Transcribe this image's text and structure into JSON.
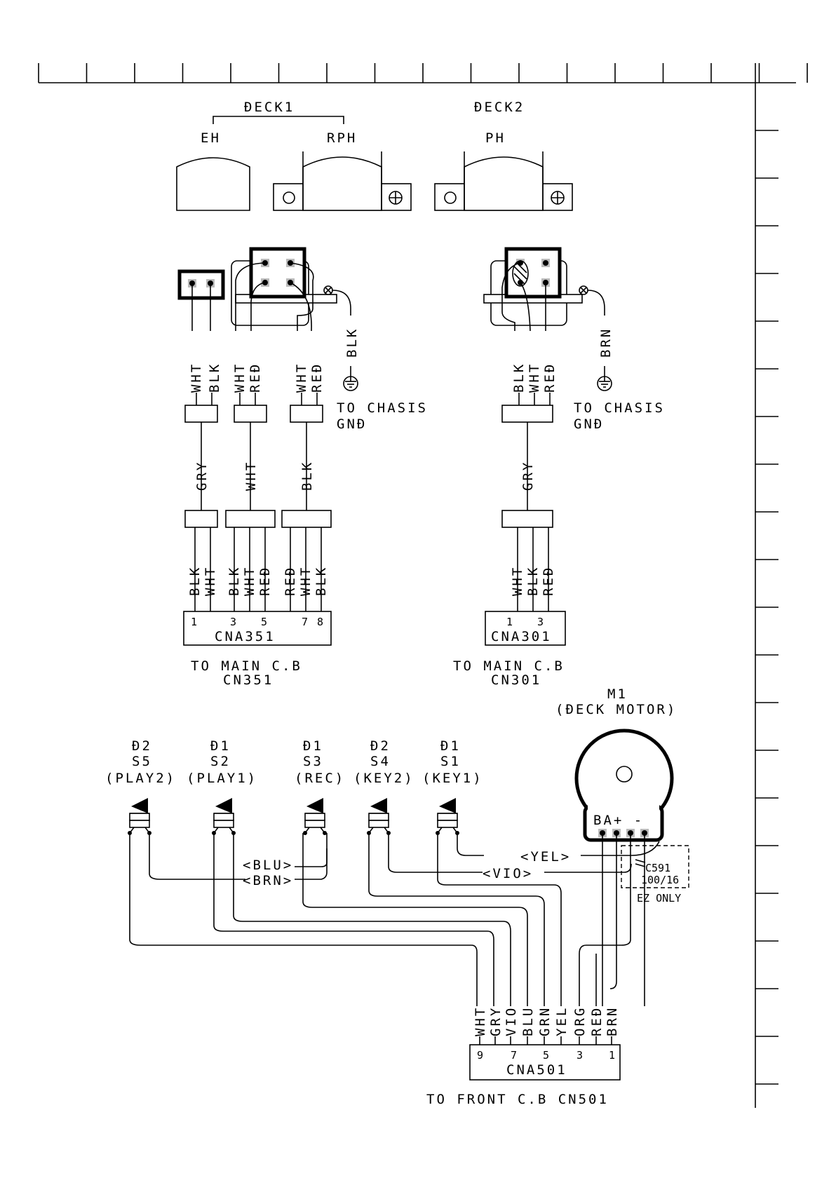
{
  "deck1": {
    "title": "ĐECK1",
    "eh": "EH",
    "rph": "RPH"
  },
  "deck2": {
    "title": "ĐECK2",
    "ph": "PH"
  },
  "ground": {
    "to_chasis": "TO CHASIS",
    "gnd": "GNĐ"
  },
  "wires": {
    "eh": [
      "WHT",
      "BLK"
    ],
    "rph_a": [
      "WHT",
      "REĐ"
    ],
    "rph_b": [
      "WHT",
      "REĐ"
    ],
    "ph": [
      "BLK",
      "WHT",
      "REĐ"
    ],
    "gnd1": "BLK",
    "gnd2": "BRN",
    "shield1": [
      "GRY",
      "WHT",
      "BLK"
    ],
    "shield2": "GRY",
    "cna351": [
      "BLK",
      "WHT",
      "BLK",
      "WHT",
      "REĐ",
      "REĐ",
      "WHT",
      "BLK"
    ],
    "cna301": [
      "WHT",
      "BLK",
      "REĐ"
    ],
    "cna501": [
      "WHT",
      "GRY",
      "VIO",
      "BLU",
      "GRN",
      "YEL",
      "ORG",
      "REĐ",
      "BRN"
    ],
    "blu": "<BLU>",
    "brn": "<BRN>",
    "yel": "<YEL>",
    "vio": "<VIO>"
  },
  "connectors": {
    "cna351": {
      "name": "CNA351",
      "pins": [
        "1",
        "3",
        "5",
        "7",
        "8"
      ],
      "dest1": "TO MAIN C.B",
      "dest2": "CN351"
    },
    "cna301": {
      "name": "CNA301",
      "pins": [
        "1",
        "3"
      ],
      "dest1": "TO MAIN C.B",
      "dest2": "CN301"
    },
    "cna501": {
      "name": "CNA501",
      "pins": [
        "9",
        "7",
        "5",
        "3",
        "1"
      ],
      "dest": "TO FRONT C.B CN501"
    }
  },
  "motor": {
    "ref": "M1",
    "name": "(ĐECK MOTOR)",
    "terminals": "BA+ -",
    "cap_ref": "C591",
    "cap_val": "100/16",
    "note": "EZ ONLY"
  },
  "switches": [
    {
      "deck": "Đ2",
      "ref": "S5",
      "name": "(PLAY2)"
    },
    {
      "deck": "Đ1",
      "ref": "S2",
      "name": "(PLAY1)"
    },
    {
      "deck": "Đ1",
      "ref": "S3",
      "name": "(REC)"
    },
    {
      "deck": "Đ2",
      "ref": "S4",
      "name": "(KEY2)"
    },
    {
      "deck": "Đ1",
      "ref": "S1",
      "name": "(KEY1)"
    }
  ]
}
